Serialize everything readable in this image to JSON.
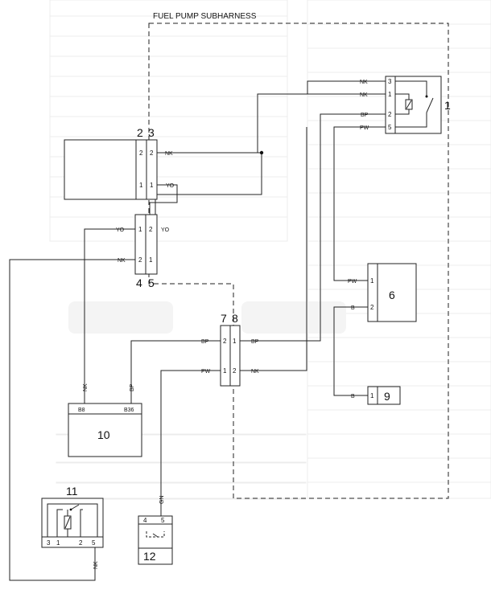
{
  "title": "FUEL PUMP SUBHARNESS",
  "components": {
    "c1": "1",
    "c2": "2",
    "c3": "3",
    "c4": "4",
    "c5": "5",
    "c6": "6",
    "c7": "7",
    "c8": "8",
    "c9": "9",
    "c10": "10",
    "c11": "11",
    "c12": "12"
  },
  "wires": {
    "nk": "NK",
    "yo": "YO",
    "bp": "BP",
    "pw": "PW",
    "b": "B",
    "gn": "GN"
  },
  "pins": {
    "p1": "1",
    "p2": "2",
    "p3": "3",
    "p4": "4",
    "p5": "5"
  },
  "ecu_pins": {
    "b8": "B8",
    "b36": "B36"
  }
}
